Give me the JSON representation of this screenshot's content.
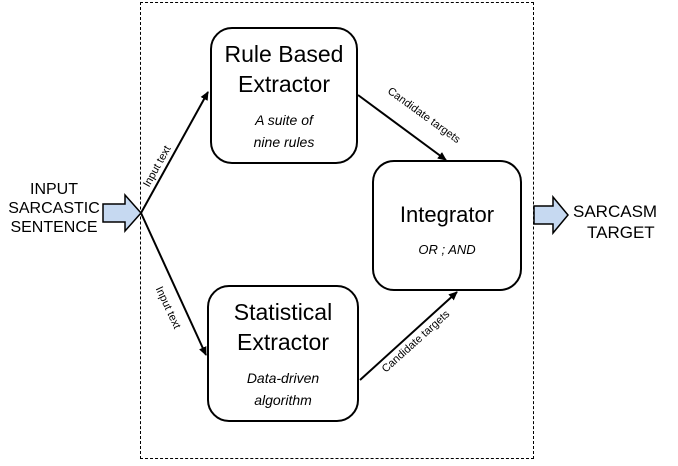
{
  "input": {
    "lines": [
      "INPUT",
      "SARCASTIC",
      "SENTENCE"
    ]
  },
  "output": {
    "lines": [
      "SARCASM",
      "TARGET"
    ]
  },
  "rule_extractor": {
    "title_lines": [
      "Rule Based",
      "Extractor"
    ],
    "sub_lines": [
      "A suite of",
      "nine rules"
    ]
  },
  "statistical_extractor": {
    "title_lines": [
      "Statistical",
      "Extractor"
    ],
    "sub_lines": [
      "Data-driven",
      "algorithm"
    ]
  },
  "integrator": {
    "title": "Integrator",
    "sub": "OR ; AND"
  },
  "edges": {
    "input_to_rule": "Input text",
    "input_to_stat": "Input text",
    "rule_to_int": "Candidate targets",
    "stat_to_int": "Candidate targets"
  },
  "colors": {
    "block_arrow_fill": "#c6d9f1",
    "block_arrow_stroke": "#000000"
  }
}
